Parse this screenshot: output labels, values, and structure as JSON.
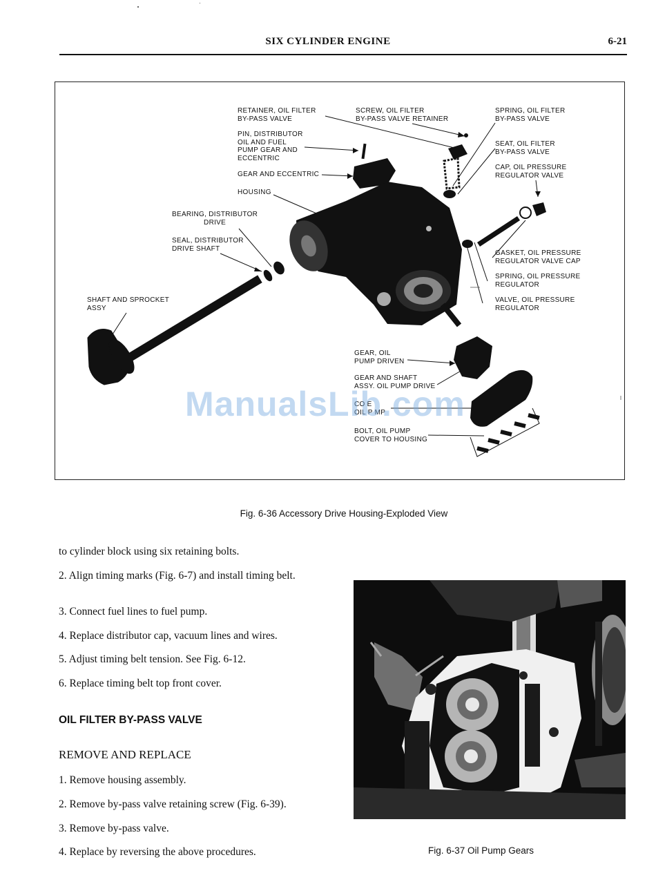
{
  "header": {
    "title": "SIX CYLINDER ENGINE",
    "page_number": "6-21"
  },
  "figure_1": {
    "caption": "Fig. 6-36 Accessory Drive Housing-Exploded View",
    "labels": {
      "retainer": [
        "RETAINER, OIL FILTER",
        "BY-PASS VALVE"
      ],
      "screw": [
        "SCREW, OIL FILTER",
        "BY-PASS VALVE RETAINER"
      ],
      "spring_filter": [
        "SPRING, OIL FILTER",
        "BY-PASS VALVE"
      ],
      "pin": [
        "PIN, DISTRIBUTOR",
        "OIL AND FUEL",
        "PUMP GEAR AND",
        "ECCENTRIC"
      ],
      "seat": [
        "SEAT, OIL FILTER",
        "BY-PASS VALVE"
      ],
      "cap": [
        "CAP, OIL PRESSURE",
        "REGULATOR VALVE"
      ],
      "gear_eccentric": "GEAR AND ECCENTRIC",
      "housing": "HOUSING",
      "bearing": [
        "BEARING, DISTRIBUTOR",
        "DRIVE"
      ],
      "seal": [
        "SEAL, DISTRIBUTOR",
        "DRIVE SHAFT"
      ],
      "gasket": [
        "GASKET, OIL PRESSURE",
        "REGULATOR VALVE CAP"
      ],
      "spring_regulator": [
        "SPRING, OIL PRESSURE",
        "REGULATOR"
      ],
      "shaft_sprocket": [
        "SHAFT AND SPROCKET",
        "ASSY"
      ],
      "valve": [
        "VALVE, OIL PRESSURE",
        "REGULATOR"
      ],
      "gear_driven": [
        "GEAR, OIL",
        "PUMP DRIVEN"
      ],
      "gear_shaft": [
        "GEAR AND SHAFT",
        "ASSY. OIL PUMP DRIVE"
      ],
      "cover": [
        "CO E",
        "OIL P MP"
      ],
      "bolt": [
        "BOLT, OIL PUMP",
        "COVER TO HOUSING"
      ]
    }
  },
  "watermark": "ManualsLib.com",
  "body": {
    "paragraphs": [
      "to cylinder block using six retaining bolts.",
      "2. Align timing marks (Fig. 6-7) and install timing belt.",
      "3. Connect fuel lines to fuel pump.",
      "4. Replace distributor cap, vacuum lines and wires.",
      "5. Adjust timing belt tension. See Fig. 6-12.",
      "6. Replace timing belt top front cover."
    ],
    "section_heading": "OIL FILTER BY-PASS VALVE",
    "subsection_heading": "REMOVE AND REPLACE",
    "steps": [
      "1. Remove housing assembly.",
      "2. Remove by-pass valve retaining screw (Fig. 6-39).",
      "3. Remove by-pass valve.",
      "4. Replace by reversing the above procedures."
    ]
  },
  "figure_2": {
    "caption": "Fig. 6-37 Oil Pump Gears"
  }
}
